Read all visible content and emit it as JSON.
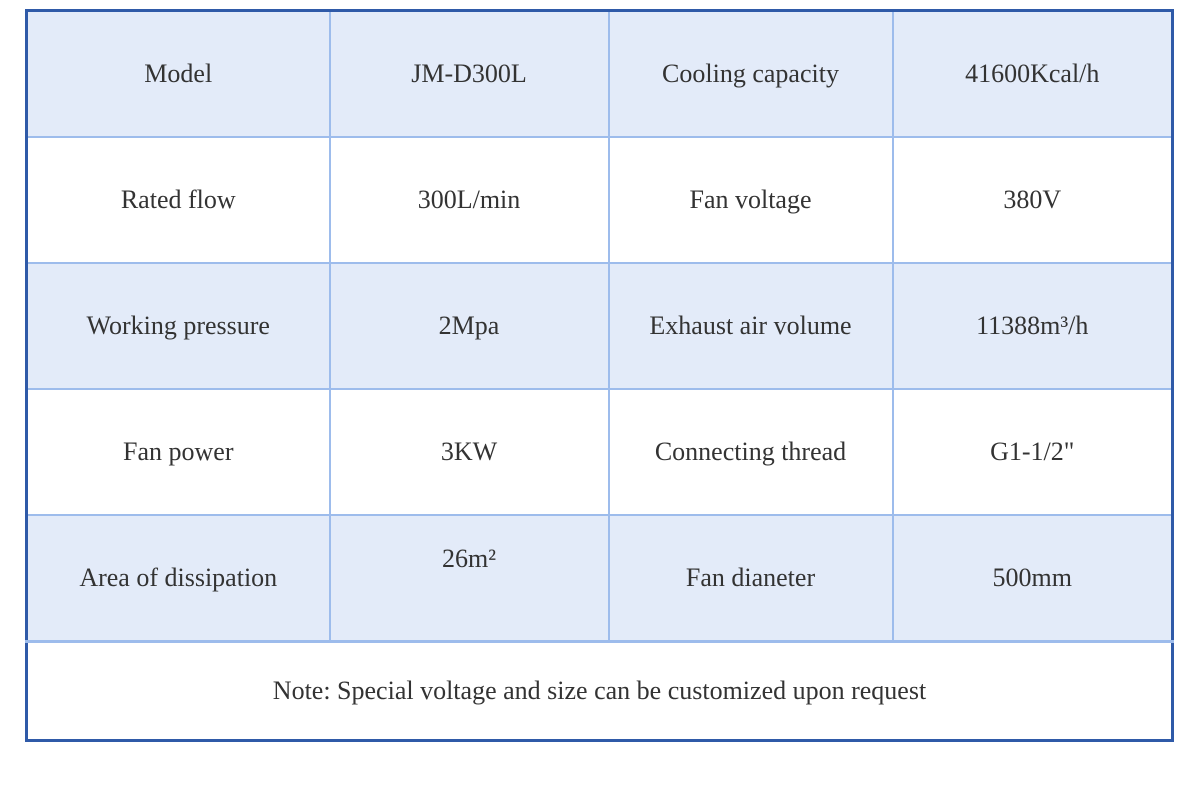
{
  "rows": [
    {
      "label1": "Model",
      "value1": "JM-D300L",
      "label2": "Cooling capacity",
      "value2": "41600Kcal/h"
    },
    {
      "label1": "Rated flow",
      "value1": "300L/min",
      "label2": "Fan voltage",
      "value2": "380V"
    },
    {
      "label1": "Working pressure",
      "value1": "2Mpa",
      "label2": "Exhaust air volume",
      "value2": "11388m³/h"
    },
    {
      "label1": "Fan power",
      "value1": "3KW",
      "label2": "Connecting thread",
      "value2": "G1-1/2\""
    },
    {
      "label1": "Area of dissipation",
      "value1": "26m²",
      "label2": "Fan dianeter",
      "value2": "500mm"
    }
  ],
  "note": "Note: Special voltage and size can be customized upon request",
  "colors": {
    "outer_border": "#2f5aa8",
    "inner_border": "#9dbcec",
    "shaded_row": "#e3ebf9",
    "text": "#333333"
  }
}
